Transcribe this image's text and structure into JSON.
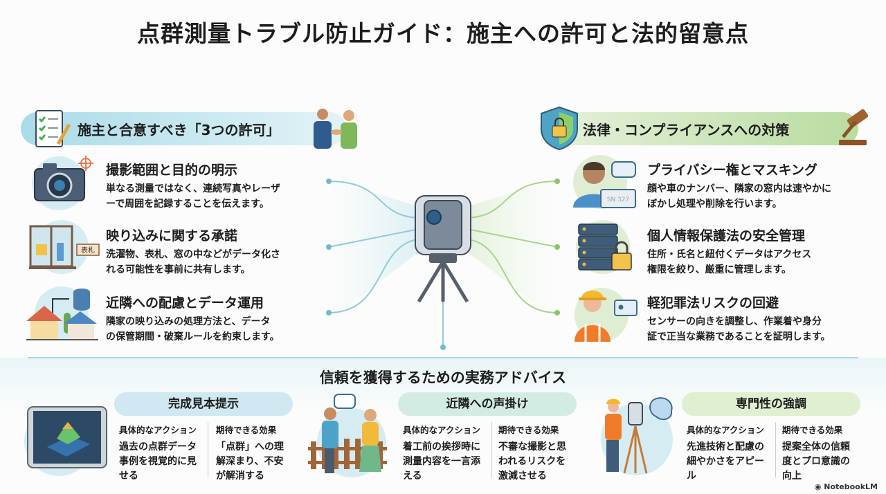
{
  "title": "点群測量トラブル防止ガイド：施主への許可と法的留意点",
  "left": {
    "header": "施主と合意すべき「3つの許可」",
    "items": [
      {
        "title": "撮影範囲と目的の明示",
        "lines": [
          "単なる測量ではなく、連続写真やレーザ",
          "ーで周囲を記録することを伝えます。"
        ]
      },
      {
        "title": "映り込みに関する承諾",
        "lines": [
          "洗濯物、表札、窓の中などがデータ化さ",
          "れる可能性を事前に共有します。"
        ],
        "sign": "表札"
      },
      {
        "title": "近隣への配慮とデータ運用",
        "lines": [
          "隣家の映り込みの処理方法と、データ",
          "の保管期間・破棄ルールを約束します。"
        ]
      }
    ]
  },
  "right": {
    "header": "法律・コンプライアンスへの対策",
    "items": [
      {
        "title": "プライバシー権とマスキング",
        "lines": [
          "顔や車のナンバー、隣家の窓内は速やかに",
          "ぼかし処理や削除を行います。"
        ],
        "plate": "SN 327"
      },
      {
        "title": "個人情報保護法の安全管理",
        "lines": [
          "住所・氏名と紐付くデータはアクセス",
          "権限を絞り、厳重に管理します。"
        ]
      },
      {
        "title": "軽犯罪法リスクの回避",
        "lines": [
          "センサーの向きを調整し、作業着や身分",
          "証で正当な業務であることを証明します。"
        ]
      }
    ]
  },
  "advice": {
    "title": "信頼を獲得するための実務アドバイス",
    "cards": [
      {
        "title": "完成見本提示",
        "action_label": "具体的なアクション",
        "effect_label": "期待できる効果",
        "action": "過去の点群データ事例を視覚的に見せる",
        "effect": "「点群」への理解深まり、不安が解消する",
        "color": "#cfe8f1"
      },
      {
        "title": "近隣への声掛け",
        "action_label": "具体的なアクション",
        "effect_label": "期待できる効果",
        "action": "着工前の挨拶時に測量内容を一言添える",
        "effect": "不審な撮影と思われるリスクを激減させる",
        "color": "#d3ece3"
      },
      {
        "title": "専門性の強調",
        "action_label": "具体的なアクション",
        "effect_label": "期待できる効果",
        "action": "先進技術と配慮の細やかさをアピール",
        "effect": "提案全体の信頼度とプロ意識の向上",
        "color": "#dfefcf"
      }
    ]
  },
  "footer": "NotebookLM"
}
